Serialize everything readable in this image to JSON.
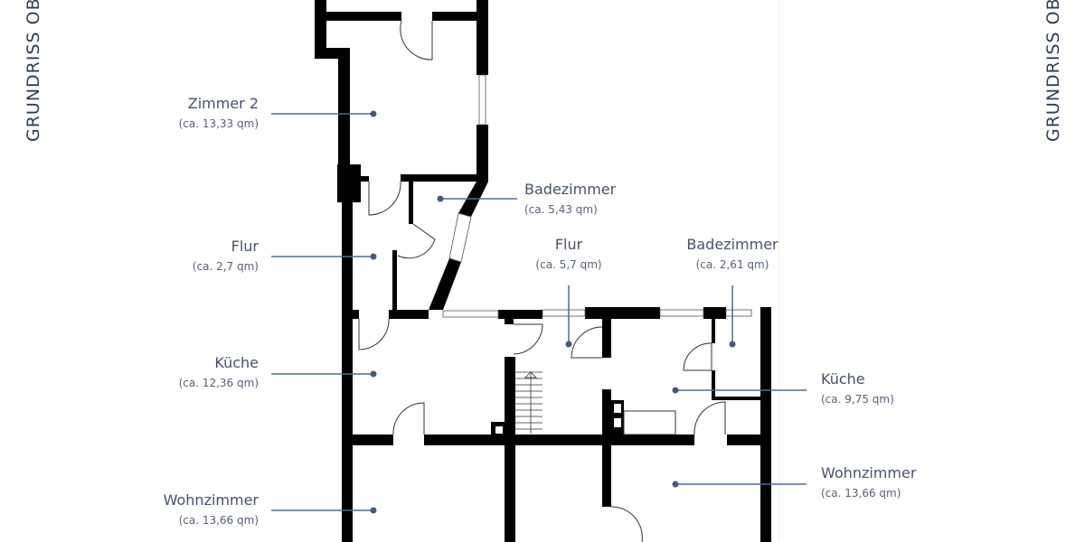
{
  "side_titles": {
    "left": "GRUNDRISS OBE",
    "right": "GRUNDRISS OBE"
  },
  "rooms": [
    {
      "name": "Zimmer 2",
      "area": "(ca. 13,33 qm)"
    },
    {
      "name": "Flur",
      "area": "(ca. 2,7 qm)"
    },
    {
      "name": "Küche",
      "area": "(ca. 12,36 qm)"
    },
    {
      "name": "Wohnzimmer",
      "area": "(ca. 13,66 qm)"
    },
    {
      "name": "Badezimmer",
      "area": "(ca. 5,43 qm)"
    },
    {
      "name": "Flur",
      "area": "(ca. 5,7 qm)"
    },
    {
      "name": "Badezimmer",
      "area": "(ca. 2,61 qm)"
    },
    {
      "name": "Küche",
      "area": "(ca. 9,75 qm)"
    },
    {
      "name": "Wohnzimmer",
      "area": "(ca. 13,66 qm)"
    }
  ],
  "colors": {
    "wall": "#000000",
    "leader": "#4d6f93",
    "dot": "#46597a",
    "text": "#48526a"
  }
}
